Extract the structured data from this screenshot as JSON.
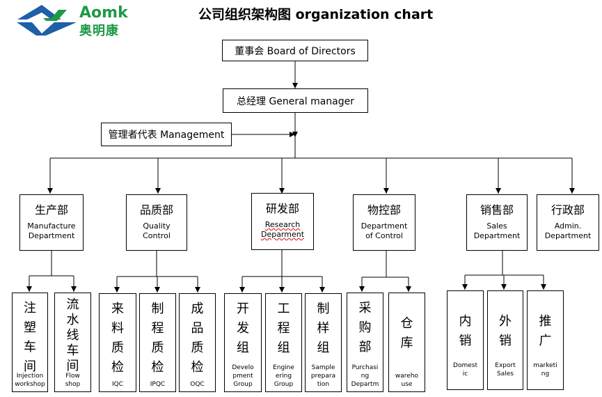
{
  "logo": {
    "name_en": "Aomk",
    "name_cn": "奥明康",
    "brand_color": "#1d9a46",
    "mark_color": "#1e5fa8"
  },
  "title": "公司组织架构图 organization chart",
  "board": "董事会 Board of Directors",
  "gm": "总经理 General manager",
  "mgmt_rep": "管理者代表 Management",
  "departments": [
    {
      "cn": "生产部",
      "en": "Manufacture\nDepartment"
    },
    {
      "cn": "品质部",
      "en": "Quality\nControl"
    },
    {
      "cn": "研发部",
      "en": "Research\nDeparment"
    },
    {
      "cn": "物控部",
      "en": "Department\nof Control"
    },
    {
      "cn": "销售部",
      "en": "Sales\nDepartment"
    },
    {
      "cn": "行政部",
      "en": "Admin.\nDepartment"
    }
  ],
  "units": [
    {
      "cn": "注\n塑\n车\n间",
      "en": "Injection\nworkshop"
    },
    {
      "cn": "流\n水\n线\n车\n间",
      "en": "Flow\nshop"
    },
    {
      "cn": "来\n料\n质\n检",
      "en": "IQC"
    },
    {
      "cn": "制\n程\n质\n检",
      "en": "IPQC"
    },
    {
      "cn": "成\n品\n质\n检",
      "en": "OQC"
    },
    {
      "cn": "开\n发\n组",
      "en": "Develo\npment\nGroup"
    },
    {
      "cn": "工\n程\n组",
      "en": "Engine\nering\nGroup"
    },
    {
      "cn": "制\n样\n组",
      "en": "Sample\nprepara\ntion"
    },
    {
      "cn": "采\n购\n部",
      "en": "Purchasi\nng\nDepartm"
    },
    {
      "cn": "仓\n库",
      "en": "wareho\nuse"
    },
    {
      "cn": "内\n销",
      "en": "Domest\nic"
    },
    {
      "cn": "外\n销",
      "en": "Export\nSales"
    },
    {
      "cn": "推\n广",
      "en": "marketi\nng"
    }
  ]
}
